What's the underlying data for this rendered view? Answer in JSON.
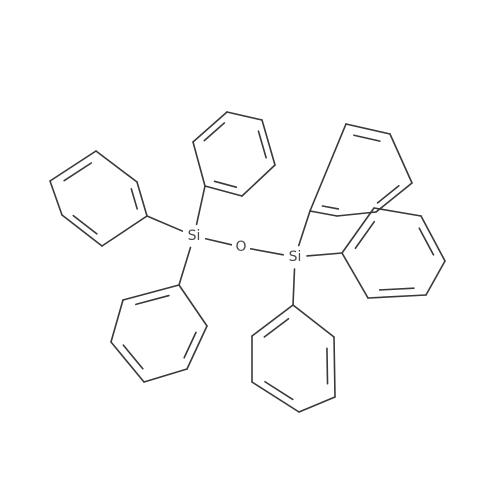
{
  "diagram": {
    "type": "chemical-structure",
    "atoms": [
      {
        "id": "si1",
        "element": "Si",
        "label": "Si"
      },
      {
        "id": "o1",
        "element": "O",
        "label": "O"
      },
      {
        "id": "si2",
        "element": "Si",
        "label": "Si"
      }
    ],
    "phenyl_groups": [
      {
        "id": "ph1",
        "attached_to": "si1"
      },
      {
        "id": "ph2",
        "attached_to": "si1"
      },
      {
        "id": "ph3",
        "attached_to": "si1"
      },
      {
        "id": "ph4",
        "attached_to": "si2"
      },
      {
        "id": "ph5",
        "attached_to": "si2"
      },
      {
        "id": "ph6",
        "attached_to": "si2"
      }
    ],
    "colors": {
      "bond": "#3a3a3a",
      "label": "#4a4a4a",
      "background": "#ffffff"
    }
  }
}
